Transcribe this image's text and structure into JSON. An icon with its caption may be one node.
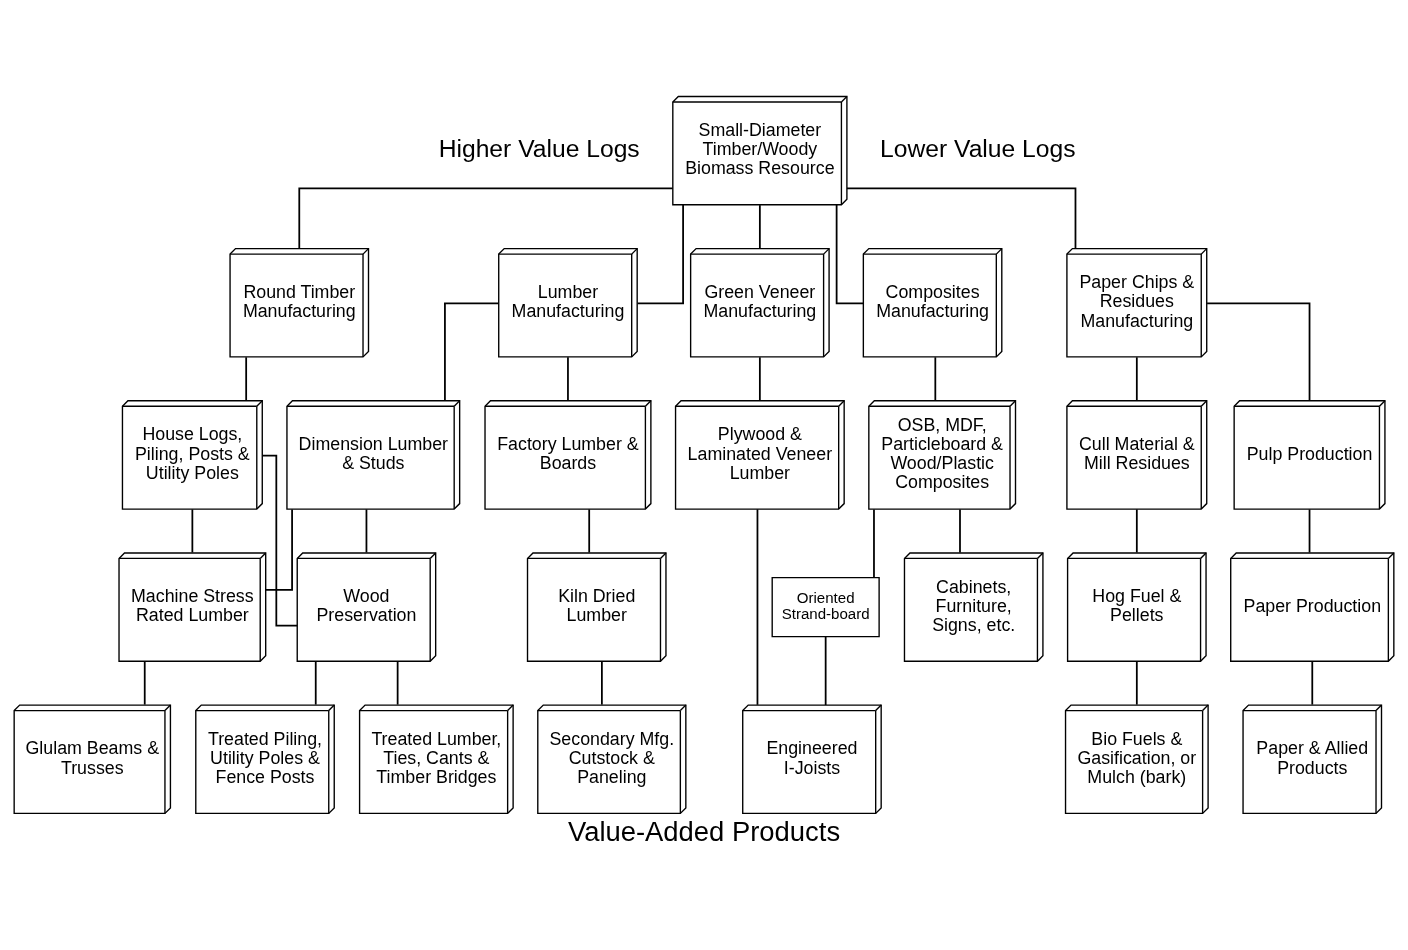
{
  "diagram": {
    "caption": "Value-Added Products",
    "nodes": [
      {
        "text": [
          "Small-Diameter Timber/Woody Biomass Resource"
        ]
      },
      {
        "text": [
          "Lumber Manufacturing"
        ]
      },
      {
        "text": [
          "Round Timber Manufacturing"
        ]
      },
      {
        "text": [
          "Green Veneer Manufacturing"
        ]
      },
      {
        "text": [
          "Composites Manufacturing"
        ]
      },
      {
        "text": [
          "Paper Chips & Residues Manufacturing"
        ]
      },
      {
        "text": [
          "Factory Lumber & Boards"
        ]
      },
      {
        "text": [
          "Dimension Lumber & Studs"
        ]
      },
      {
        "text": [
          "House Logs, Piling, Posts & Utility Poles"
        ]
      },
      {
        "text": [
          "Plywood & Laminated Veneer Lumber"
        ]
      },
      {
        "text": [
          "OSB, MDF, Particleboard & Wood/Plastic Composites"
        ]
      },
      {
        "text": [
          "Pulp Production"
        ]
      },
      {
        "text": [
          "Cull Material & Mill Residues"
        ]
      },
      {
        "text": [
          "Kiln Dried Lumber"
        ]
      },
      {
        "text": [
          "Machine Stress Rated Lumber"
        ]
      },
      {
        "text": [
          "Wood Preservation"
        ]
      },
      {
        "text": [
          "Oriented Strand-board"
        ]
      },
      {
        "text": [
          "Paper Production"
        ]
      },
      {
        "text": [
          "Hog Fuel & Pellets"
        ]
      },
      {
        "text": [
          "Secondary Mfg. Cutstock & Paneling"
        ]
      },
      {
        "text": [
          "Glulam Beams & Trusses"
        ]
      },
      {
        "text": [
          "Treated Lumber, Ties, Cants & Timber Bridges"
        ]
      },
      {
        "text": [
          "Treated Piling, Utility Poles & Fence Posts"
        ]
      },
      {
        "text": [
          "Engineered I-Joists"
        ]
      },
      {
        "text": [
          "Cabinets, Furniture, Signs, etc."
        ]
      },
      {
        "text": [
          "Paper & Allied Products"
        ]
      },
      {
        "text": [
          "Bio Fuels & Gasification, or Mulch (bark)"
        ]
      }
    ],
    "edges": [
      {
        "from": 0,
        "to": 1,
        "arrow": "none"
      },
      {
        "from": 0,
        "to": 2,
        "arrow": "none"
      },
      {
        "from": 0,
        "to": 3,
        "arrow": "none"
      },
      {
        "from": 0,
        "to": 4,
        "arrow": "none"
      },
      {
        "from": 0,
        "to": 5,
        "arrow": "none"
      },
      {
        "from": 1,
        "to": 6,
        "arrow": "none"
      },
      {
        "from": 1,
        "to": 7,
        "arrow": "none"
      },
      {
        "from": 2,
        "to": 8,
        "arrow": "none"
      },
      {
        "from": 3,
        "to": 9,
        "arrow": "none"
      },
      {
        "from": 4,
        "to": 10,
        "arrow": "none"
      },
      {
        "from": 5,
        "to": 11,
        "arrow": "none"
      },
      {
        "from": 5,
        "to": 12,
        "arrow": "none"
      },
      {
        "from": 6,
        "to": 13,
        "arrow": "none"
      },
      {
        "from": 7,
        "to": 14,
        "arrow": "none"
      },
      {
        "from": 7,
        "to": 15,
        "arrow": "none"
      },
      {
        "from": 8,
        "to": 14,
        "arrow": "none"
      },
      {
        "from": 8,
        "to": 15,
        "arrow": "none"
      },
      {
        "from": 9,
        "to": 23,
        "arrow": "none"
      },
      {
        "from": 10,
        "to": 16,
        "arrow": "none"
      },
      {
        "from": 16,
        "to": 23,
        "arrow": "none"
      },
      {
        "from": 10,
        "to": 24,
        "arrow": "none"
      },
      {
        "from": 11,
        "to": 17,
        "arrow": "none"
      },
      {
        "from": 12,
        "to": 18,
        "arrow": "none"
      },
      {
        "from": 13,
        "to": 19,
        "arrow": "none"
      },
      {
        "from": 14,
        "to": 20,
        "arrow": "none"
      },
      {
        "from": 15,
        "to": 21,
        "arrow": "none"
      },
      {
        "from": 15,
        "to": 22,
        "arrow": "none"
      },
      {
        "from": 17,
        "to": 25,
        "arrow": "none"
      },
      {
        "from": 18,
        "to": 26,
        "arrow": "none"
      }
    ],
    "labels": [
      "Higher Value Logs",
      "Lower Value Logs"
    ]
  }
}
